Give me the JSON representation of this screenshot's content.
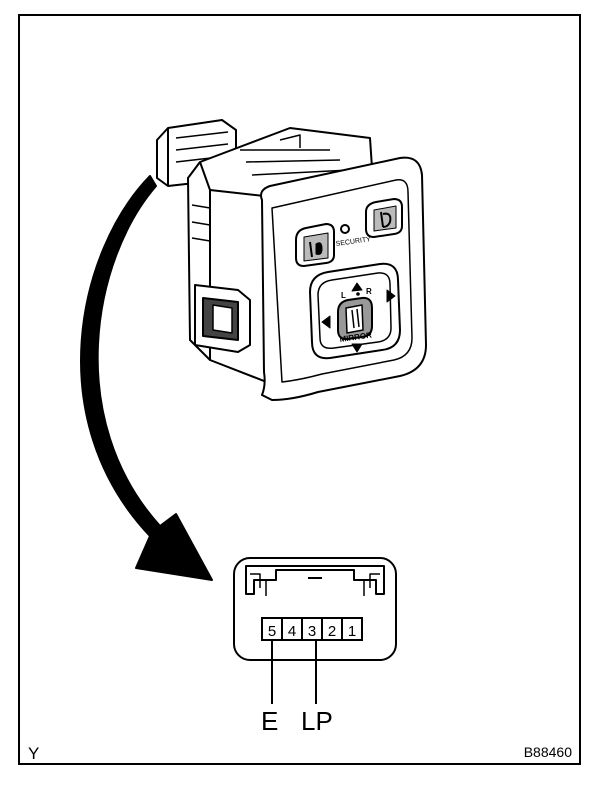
{
  "switch": {
    "security_label": "SECURITY",
    "mirror_label": "MIRROR",
    "left_label": "L",
    "right_label": "R"
  },
  "connector": {
    "terminals": [
      "5",
      "4",
      "3",
      "2",
      "1"
    ],
    "callouts": [
      {
        "terminal": "5",
        "label": "E"
      },
      {
        "terminal": "3",
        "label": "LP"
      }
    ]
  },
  "footer": {
    "corner_letter": "Y",
    "figure_code": "B88460"
  }
}
